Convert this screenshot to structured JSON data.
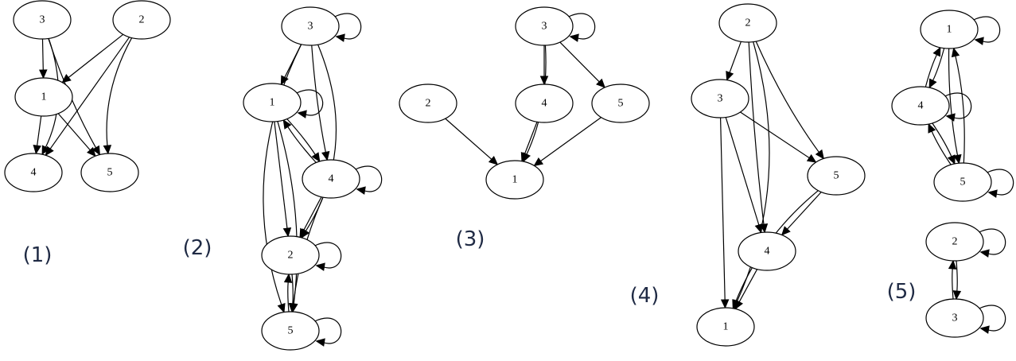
{
  "title": "Five directed graphs on nodes 1-5",
  "graphs": [
    {
      "id": "g1",
      "label": "(1)",
      "nodes": [
        "1",
        "2",
        "3",
        "4",
        "5"
      ],
      "edges": [
        [
          "3",
          "1"
        ],
        [
          "3",
          "4"
        ],
        [
          "3",
          "5"
        ],
        [
          "2",
          "1"
        ],
        [
          "2",
          "4"
        ],
        [
          "2",
          "5"
        ],
        [
          "1",
          "4"
        ],
        [
          "1",
          "5"
        ]
      ]
    },
    {
      "id": "g2",
      "label": "(2)",
      "nodes": [
        "1",
        "2",
        "3",
        "4",
        "5"
      ],
      "edges": [
        [
          "3",
          "3"
        ],
        [
          "3",
          "1"
        ],
        [
          "3",
          "2"
        ],
        [
          "3",
          "4"
        ],
        [
          "3",
          "5"
        ],
        [
          "1",
          "1"
        ],
        [
          "1",
          "4"
        ],
        [
          "4",
          "1"
        ],
        [
          "1",
          "2"
        ],
        [
          "1",
          "5"
        ],
        [
          "4",
          "4"
        ],
        [
          "4",
          "2"
        ],
        [
          "4",
          "5"
        ],
        [
          "2",
          "2"
        ],
        [
          "2",
          "5"
        ],
        [
          "5",
          "2"
        ],
        [
          "5",
          "5"
        ]
      ]
    },
    {
      "id": "g3",
      "label": "(3)",
      "nodes": [
        "1",
        "2",
        "3",
        "4",
        "5"
      ],
      "edges": [
        [
          "3",
          "3"
        ],
        [
          "3",
          "1"
        ],
        [
          "3",
          "4"
        ],
        [
          "3",
          "5"
        ],
        [
          "2",
          "1"
        ],
        [
          "4",
          "1"
        ],
        [
          "5",
          "1"
        ]
      ]
    },
    {
      "id": "g4",
      "label": "(4)",
      "nodes": [
        "1",
        "2",
        "3",
        "4",
        "5"
      ],
      "edges": [
        [
          "2",
          "1"
        ],
        [
          "2",
          "3"
        ],
        [
          "2",
          "4"
        ],
        [
          "2",
          "5"
        ],
        [
          "3",
          "1"
        ],
        [
          "3",
          "4"
        ],
        [
          "3",
          "5"
        ],
        [
          "5",
          "4"
        ],
        [
          "5",
          "1"
        ],
        [
          "4",
          "1"
        ]
      ]
    },
    {
      "id": "g5",
      "label": "(5)",
      "nodes": [
        "1",
        "2",
        "3",
        "4",
        "5"
      ],
      "edges": [
        [
          "1",
          "1"
        ],
        [
          "1",
          "4"
        ],
        [
          "4",
          "1"
        ],
        [
          "1",
          "5"
        ],
        [
          "5",
          "1"
        ],
        [
          "4",
          "4"
        ],
        [
          "4",
          "5"
        ],
        [
          "5",
          "4"
        ],
        [
          "5",
          "5"
        ],
        [
          "2",
          "2"
        ],
        [
          "2",
          "3"
        ],
        [
          "3",
          "2"
        ],
        [
          "3",
          "3"
        ]
      ]
    }
  ]
}
